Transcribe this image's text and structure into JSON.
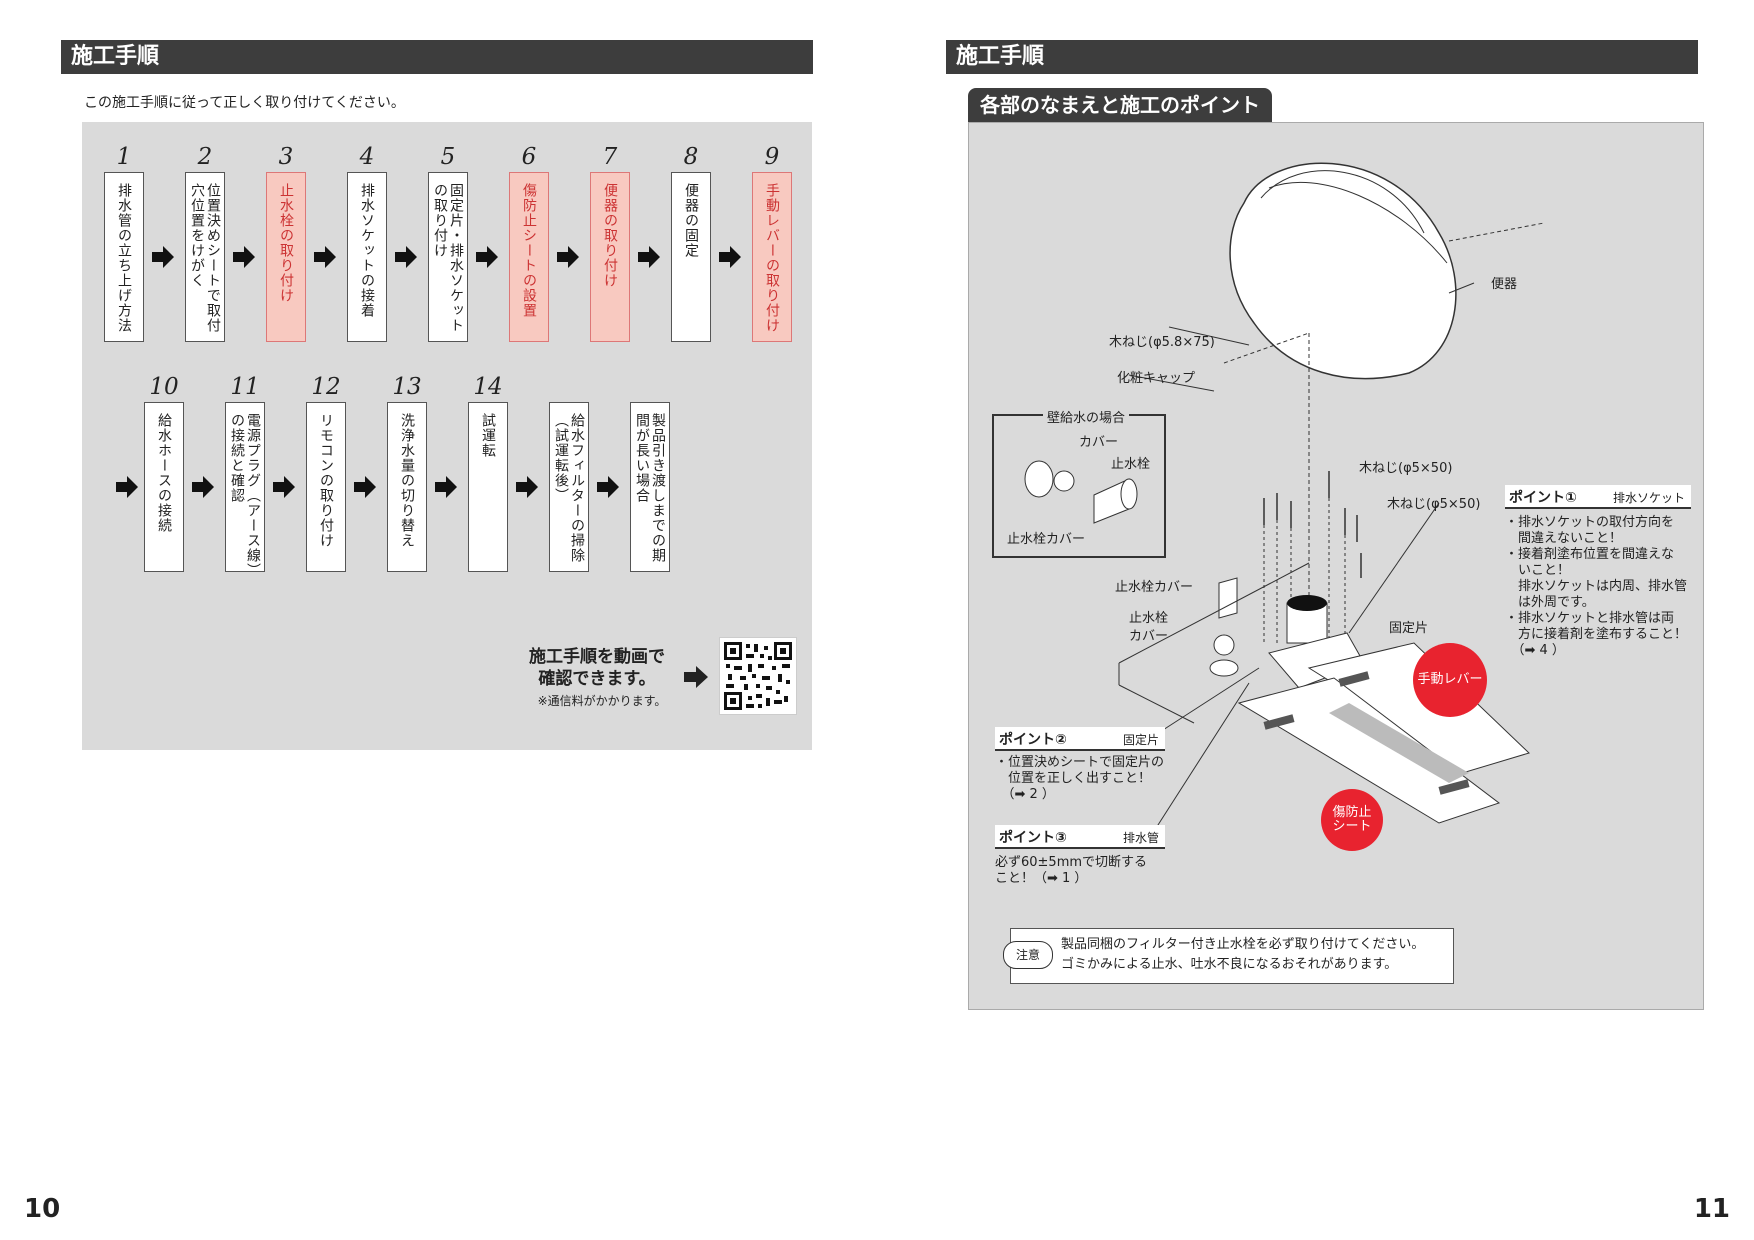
{
  "left": {
    "header": "施工手順",
    "intro": "この施工手順に従って正しく取り付けてください。",
    "steps_row1": [
      {
        "num": "1",
        "label": "排水管の立ち上げ方法",
        "highlight": false
      },
      {
        "num": "2",
        "label": "位置決めシートで取付穴位置をけがく",
        "highlight": false
      },
      {
        "num": "3",
        "label": "止水栓の取り付け",
        "highlight": true
      },
      {
        "num": "4",
        "label": "排水ソケットの接着",
        "highlight": false
      },
      {
        "num": "5",
        "label": "固定片・排水ソケットの取り付け",
        "highlight": false
      },
      {
        "num": "6",
        "label": "傷防止シートの設置",
        "highlight": true
      },
      {
        "num": "7",
        "label": "便器の取り付け",
        "highlight": true
      },
      {
        "num": "8",
        "label": "便器の固定",
        "highlight": false
      },
      {
        "num": "9",
        "label": "手動レバーの取り付け",
        "highlight": true
      }
    ],
    "steps_row2": [
      {
        "num": "10",
        "label": "給水ホースの接続",
        "highlight": false
      },
      {
        "num": "11",
        "label": "電源プラグ（アース線）の接続と確認",
        "highlight": false
      },
      {
        "num": "12",
        "label": "リモコンの取り付け",
        "highlight": false
      },
      {
        "num": "13",
        "label": "洗浄水量の切り替え",
        "highlight": false
      },
      {
        "num": "14",
        "label": "試運転",
        "highlight": false
      },
      {
        "num": "",
        "label": "給水フィルターの掃除（試運転後）",
        "highlight": false
      },
      {
        "num": "",
        "label": "製品引き渡しまでの期間が長い場合",
        "highlight": false
      }
    ],
    "video_line1": "施工手順を動画で",
    "video_line2": "確認できます。",
    "video_note": "※通信料がかかります。",
    "page_number": "10"
  },
  "right": {
    "header": "施工手順",
    "subtitle": "各部のなまえと施工のポイント",
    "labels": {
      "benki": "便器",
      "mokuneji_large": "木ねじ(φ5.8×75)",
      "keshou_cap": "化粧キャップ",
      "wall_supply_title": "壁給水の場合",
      "cover": "カバー",
      "shisuisen": "止水栓",
      "shisuisen_cover": "止水栓カバー",
      "mokuneji_small1": "木ねじ(φ5×50)",
      "mokuneji_small2": "木ねじ(φ5×50)",
      "shisuisen_cover2": "止水栓カバー",
      "shisuisen2": "止水栓",
      "cover2": "カバー",
      "koteihen": "固定片",
      "shudou_lever": "手動レバー",
      "kizu_sheet": "傷防止シート"
    },
    "point1": {
      "title": "ポイント①",
      "sub": "排水ソケット",
      "lines": [
        "・排水ソケットの取付方向を",
        "　間違えないこと！",
        "・接着剤塗布位置を間違えな",
        "　いこと！",
        "　排水ソケットは内周、排水管",
        "　は外周です。",
        "・排水ソケットと排水管は両",
        "　方に接着剤を塗布すること！",
        "　（➡ 4 ）"
      ]
    },
    "point2": {
      "title": "ポイント②",
      "sub": "固定片",
      "lines": [
        "・位置決めシートで固定片の",
        "　位置を正しく出すこと！",
        "　（➡ 2 ）"
      ]
    },
    "point3": {
      "title": "ポイント③",
      "sub": "排水管",
      "lines": [
        "必ず60±5mmで切断する",
        "こと！（➡ 1 ）"
      ]
    },
    "note_icon": "注意",
    "note_line1": "製品同梱のフィルター付き止水栓を必ず取り付けてください。",
    "note_line2": "ゴミかみによる止水、吐水不良になるおそれがあります。",
    "page_number": "11"
  },
  "colors": {
    "header": "#3d3d3d",
    "panel": "#dadada",
    "highlight_bg": "#f8c9c0",
    "highlight_text": "#c33333",
    "red": "#e8232f"
  }
}
